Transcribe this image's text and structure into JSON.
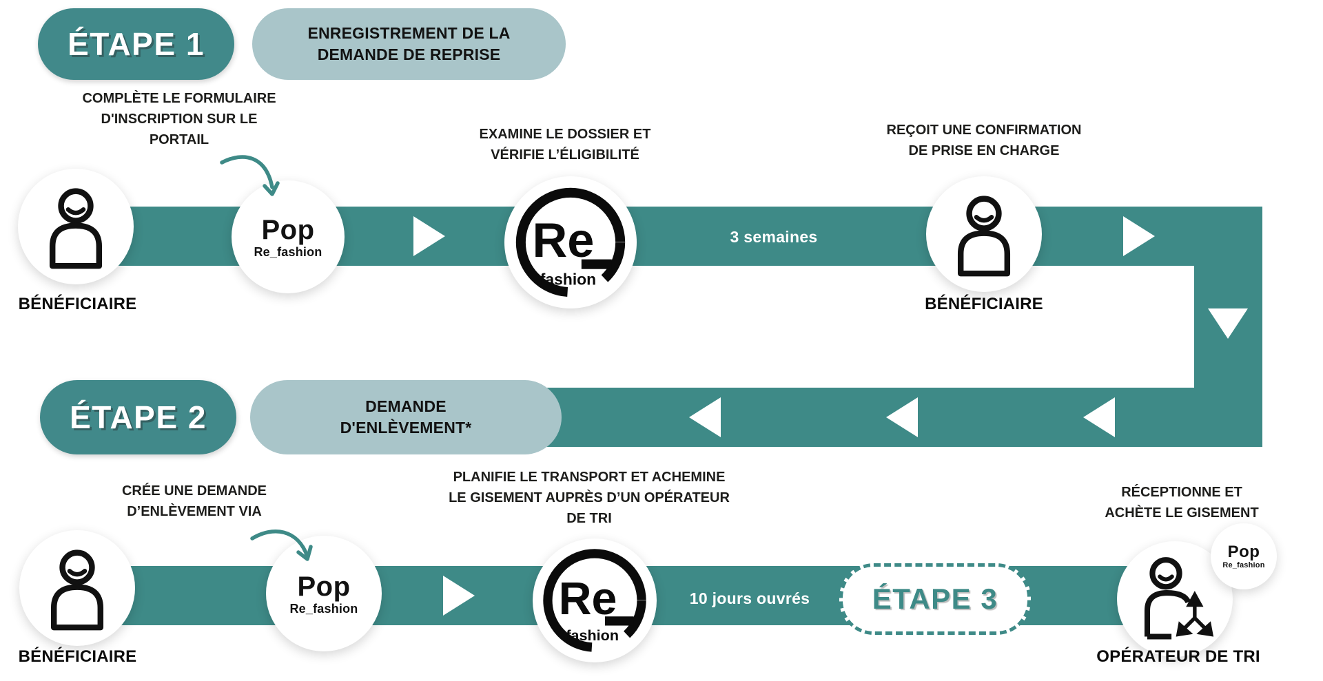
{
  "palette": {
    "teal": "#3e8a87",
    "teal_badge": "#41898a",
    "light_pill": "#a9c5c9",
    "ink": "#151515"
  },
  "step1": {
    "badge": "ÉTAPE 1",
    "title": "ENREGISTREMENT DE LA DEMANDE DE REPRISE",
    "beneficiary1": {
      "label": "BÉNÉFICIAIRE",
      "action": "COMPLÈTE LE FORMULAIRE D'INSCRIPTION SUR LE PORTAIL"
    },
    "refashion_action": "EXAMINE LE DOSSIER ET VÉRIFIE L’ÉLIGIBILITÉ",
    "duration": "3 semaines",
    "beneficiary2": {
      "label": "BÉNÉFICIAIRE",
      "action": "REÇOIT UNE CONFIRMATION DE PRISE EN CHARGE"
    }
  },
  "step2": {
    "badge": "ÉTAPE 2",
    "title": "DEMANDE D'ENLÈVEMENT*",
    "beneficiary": {
      "label": "BÉNÉFICIAIRE",
      "action": "CRÉE UNE DEMANDE D’ENLÈVEMENT VIA"
    },
    "refashion_action": "PLANIFIE LE TRANSPORT ET ACHEMINE LE GISEMENT AUPRÈS D’UN OPÉRATEUR DE TRI",
    "duration": "10 jours ouvrés"
  },
  "step3": {
    "badge": "ÉTAPE 3"
  },
  "operator": {
    "label": "OPÉRATEUR DE TRI",
    "action": "RÉCEPTIONNE ET ACHÈTE LE GISEMENT"
  },
  "logos": {
    "pop": {
      "title": "Pop",
      "subtitle": "Re_fashion"
    },
    "re": {
      "title": "Re",
      "subtitle": "fashion"
    }
  }
}
